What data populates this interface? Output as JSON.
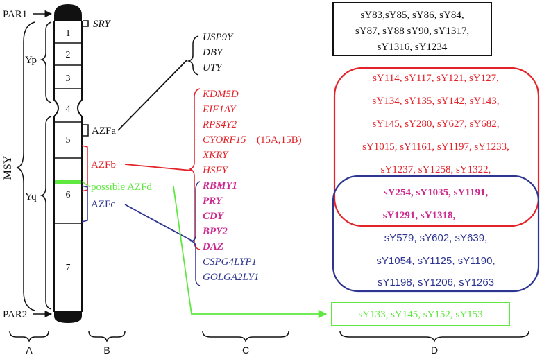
{
  "colors": {
    "black": "#111111",
    "red": "#e32229",
    "magenta": "#cc2a8f",
    "blue": "#2e3590",
    "green": "#5fe83f"
  },
  "chromosome": {
    "par1": "PAR1",
    "par2": "PAR2",
    "msy": "MSY",
    "yp": "Yp",
    "yq": "Yq",
    "bands": [
      "1",
      "2",
      "3",
      "4",
      "5",
      "6",
      "7"
    ]
  },
  "column_b": {
    "sry": "SRY",
    "azfa": "AZFa",
    "azfb": "AZFb",
    "possible_azfd": "possible AZFd",
    "azfc": "AZFc"
  },
  "column_c": {
    "azfa_genes": [
      "USP9Y",
      "DBY",
      "UTY"
    ],
    "genes": [
      {
        "name": "KDM5D",
        "color": "red"
      },
      {
        "name": "EIF1AY",
        "color": "red"
      },
      {
        "name": "RPS4Y2",
        "color": "red"
      },
      {
        "name": "CYORF15",
        "suffix": "(15A,15B)",
        "color": "red"
      },
      {
        "name": "XKRY",
        "color": "red"
      },
      {
        "name": "HSFY",
        "color": "red"
      },
      {
        "name": "RBMY1",
        "color": "magenta"
      },
      {
        "name": "PRY",
        "color": "magenta"
      },
      {
        "name": "CDY",
        "color": "magenta"
      },
      {
        "name": "BPY2",
        "color": "magenta"
      },
      {
        "name": "DAZ",
        "color": "magenta"
      },
      {
        "name": "CSPG4LYP1",
        "color": "blue"
      },
      {
        "name": "GOLGA2LY1",
        "color": "blue"
      }
    ]
  },
  "column_d": {
    "black_box": [
      "sY83,sY85, sY86, sY84,",
      "sY87, sY88 sY90, sY1317,",
      "sY1316, sY1234"
    ],
    "red_lines": [
      "sY114, sY117, sY121, sY127,",
      "sY134, sY135, sY142, sY143,",
      "sY145, sY280, sY627, sY682,",
      "sY1015, sY1161, sY1197, sY1233,",
      "sY1237, sY1258, sY1322,"
    ],
    "magenta_lines": [
      "sY254, sY1035, sY1191,",
      "sY1291, sY1318,"
    ],
    "blue_lines": [
      "sY579, sY602, sY639,",
      "sY1054, sY1125, sY1190,",
      "sY1198, sY1206, sY1263"
    ],
    "green_box": "sY133, sY145, sY152, sY153"
  },
  "column_labels": [
    "A",
    "B",
    "C",
    "D"
  ]
}
